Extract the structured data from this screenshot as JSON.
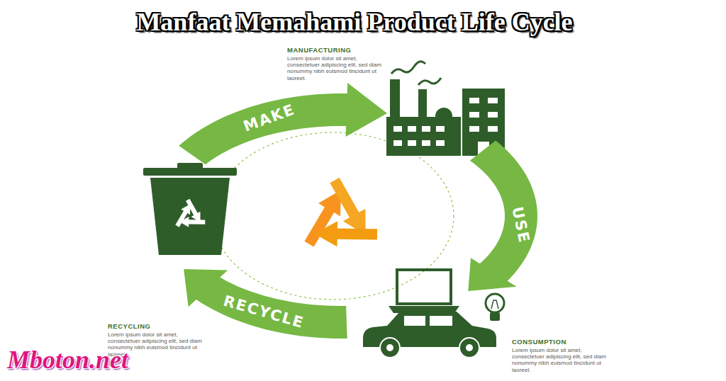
{
  "diagram": {
    "title": "Manfaat Memahami Product Life Cycle",
    "nodes": [
      {
        "text": [
          "MAKE"
        ]
      },
      {
        "text": [
          "USE"
        ]
      },
      {
        "text": [
          "RECYCLE"
        ]
      }
    ],
    "labels": [
      "MANUFACTURING",
      "Lorem ipsum dolor sit amet, consectetuer adipiscing elit, sed diam nonummy nibh euismod tincidunt ut laoreet.",
      "CONSUMPTION",
      "Lorem ipsum dolor sit amet, consectetuer adipiscing elit, sed diam nonummy nibh euismod tincidunt ut laoreet.",
      "RECYCLING",
      "Lorem ipsum dolor sit amet, consectetuer adipiscing elit, sed diam nonummy nibh euismod tincidunt ut laoreet.",
      "Mboton.net"
    ]
  }
}
